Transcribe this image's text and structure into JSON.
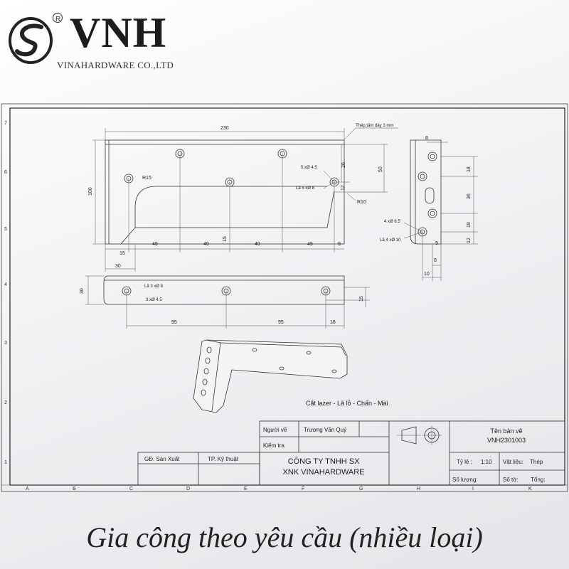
{
  "header": {
    "brand": "VNH",
    "registered_mark": "R",
    "company_subtitle": "VINAHARDWARE CO.,LTD",
    "logo_icon": "s-swirl-logo-icon"
  },
  "drawing": {
    "row_labels": [
      "7",
      "6",
      "5",
      "4",
      "3",
      "2",
      "1"
    ],
    "col_labels": [
      "A",
      "B",
      "C",
      "D",
      "E",
      "F",
      "G",
      "H",
      "I",
      "K"
    ],
    "front_view": {
      "dim_total_width": "230",
      "dim_height": "100",
      "material_note": "Thép tấm dày 3 mm",
      "radius_inner": "R15",
      "radius_slot": "R10",
      "hole_callout_1": "5 xØ 4.5",
      "hole_callout_2": "Lã 5 xØ 8",
      "dim_26": "26",
      "dim_50": "50",
      "dim_12": "12",
      "bottom_dims": [
        "15",
        "49",
        "49",
        "15",
        "49",
        "49",
        "9"
      ],
      "dim_30": "30"
    },
    "top_view": {
      "dim_height": "30",
      "hole_callout_1": "Lã 3 xØ 8",
      "hole_callout_2": "3 xØ 4.5",
      "dim_15": "15",
      "bottom_dims": [
        "95",
        "95",
        "18"
      ]
    },
    "side_view": {
      "dim_top": "8",
      "right_dims": [
        "18",
        "36",
        "18",
        "12"
      ],
      "hole_callout_1": "4 xØ 6.5",
      "hole_callout_2": "Lã 4 xØ 10",
      "dim_9": "9",
      "dim_8": "8",
      "dim_10": "10"
    },
    "process_note": "Cắt lazer - Lã lỗ - Chấn - Mài"
  },
  "title_block": {
    "label_drawer": "Người vẽ",
    "drawer_name": "Trương Văn Quý",
    "label_checker": "Kiểm tra",
    "label_production": "GĐ. Sản Xuất",
    "label_technical": "TP. Kỹ thuật",
    "company_line1": "CÔNG TY TNHH SX",
    "company_line2": "XNK VINAHARDWARE",
    "label_drawing_name": "Tên bản vẽ",
    "drawing_number": "VNH2301003",
    "label_scale": "Tỷ lệ :",
    "scale_value": "1:10",
    "label_material": "Vật liệu:",
    "material_value": "Thép",
    "label_quantity": "Số lượng:",
    "label_sheet": "Số tờ:",
    "label_total": "Tổng:"
  },
  "caption": "Gia công theo yêu cầu (nhiều loại)"
}
